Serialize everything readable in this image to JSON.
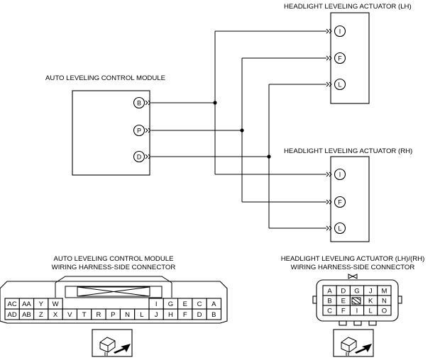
{
  "labels": {
    "module": "AUTO LEVELING CONTROL MODULE",
    "act_lh": "HEADLIGHT LEVELING ACTUATOR (LH)",
    "act_rh": "HEADLIGHT LEVELING ACTUATOR (RH)",
    "conn_module_l1": "AUTO LEVELING CONTROL MODULE",
    "conn_module_l2": "WIRING HARNESS-SIDE CONNECTOR",
    "conn_act_l1": "HEADLIGHT LEVELING ACTUATOR (LH)/(RH)",
    "conn_act_l2": "WIRING HARNESS-SIDE CONNECTOR"
  },
  "module_pins": [
    "B",
    "P",
    "D"
  ],
  "actuator_pins": [
    "I",
    "F",
    "L"
  ],
  "module_connector": {
    "row1": [
      "AC",
      "AA",
      "Y",
      "W",
      "I",
      "G",
      "E",
      "C",
      "A"
    ],
    "row2": [
      "AD",
      "AB",
      "Z",
      "X",
      "V",
      "T",
      "R",
      "P",
      "N",
      "L",
      "J",
      "H",
      "F",
      "D",
      "B"
    ]
  },
  "actuator_connector": {
    "rows": [
      [
        "A",
        "D",
        "G",
        "J",
        "M"
      ],
      [
        "B",
        "E",
        "",
        "K",
        "N"
      ],
      [
        "C",
        "F",
        "I",
        "L",
        "O"
      ]
    ]
  }
}
